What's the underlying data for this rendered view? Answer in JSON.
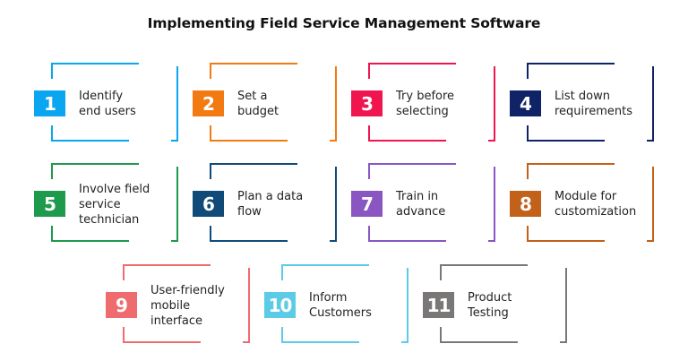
{
  "title": "Implementing Field Service Management Software",
  "steps": [
    {
      "number": "1",
      "lines": [
        "Identify",
        "end users"
      ],
      "color": "#0aa6f0"
    },
    {
      "number": "2",
      "lines": [
        "Set a",
        "budget"
      ],
      "color": "#f27a12"
    },
    {
      "number": "3",
      "lines": [
        "Try before",
        "selecting"
      ],
      "color": "#f0154f"
    },
    {
      "number": "4",
      "lines": [
        "List down",
        "requirements"
      ],
      "color": "#0f2366"
    },
    {
      "number": "5",
      "lines": [
        "Involve field",
        "service",
        "technician"
      ],
      "color": "#1e9a4c"
    },
    {
      "number": "6",
      "lines": [
        "Plan a data",
        "flow"
      ],
      "color": "#0f4a78"
    },
    {
      "number": "7",
      "lines": [
        "Train in",
        "advance"
      ],
      "color": "#8a56c2"
    },
    {
      "number": "8",
      "lines": [
        "Module for",
        "customization"
      ],
      "color": "#c2611a"
    },
    {
      "number": "9",
      "lines": [
        "User-friendly",
        "mobile",
        "interface"
      ],
      "color": "#ee6b6e"
    },
    {
      "number": "10",
      "lines": [
        "Inform",
        "Customers"
      ],
      "color": "#5ccbe6"
    },
    {
      "number": "11",
      "lines": [
        "Product",
        "Testing"
      ],
      "color": "#7a7777"
    }
  ]
}
